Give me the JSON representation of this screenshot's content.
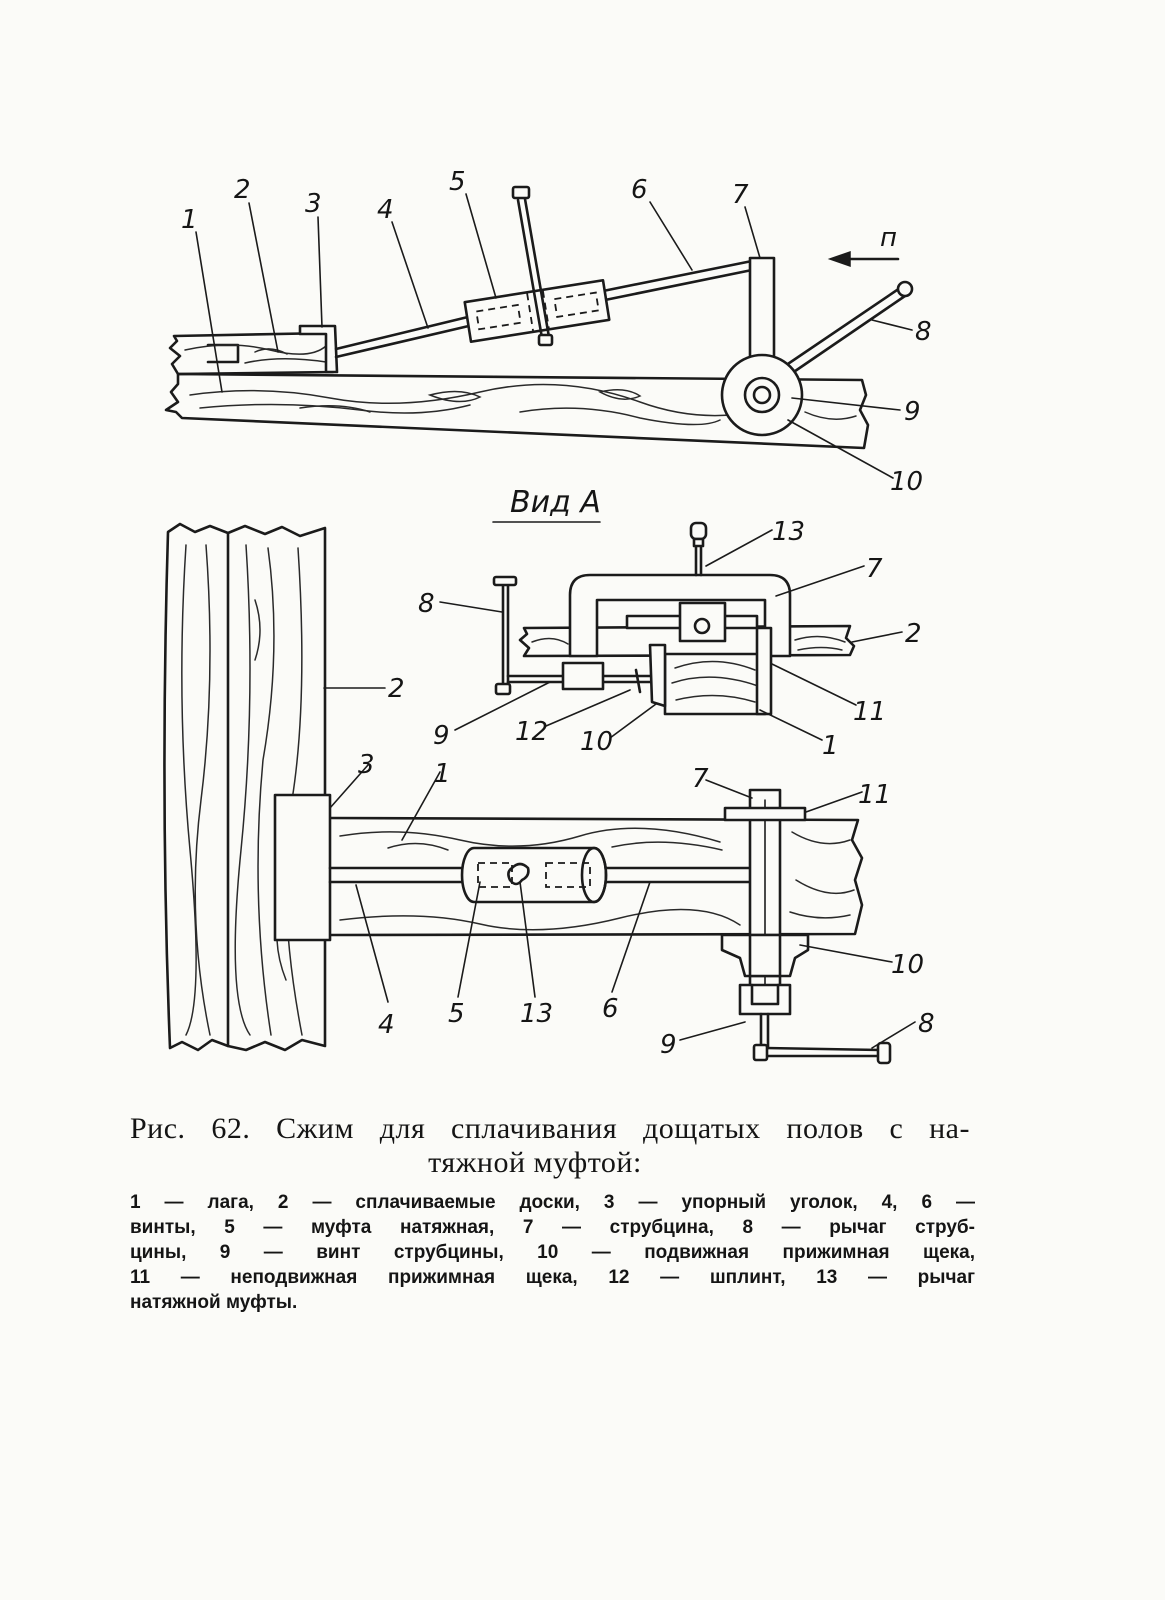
{
  "figure": {
    "side_view": {
      "labels": [
        "1",
        "2",
        "3",
        "4",
        "5",
        "6",
        "7",
        "8",
        "9",
        "10"
      ],
      "arrow_label": "п"
    },
    "view_a": {
      "title": "Вид А",
      "labels": [
        "13",
        "7",
        "8",
        "2",
        "11",
        "1",
        "9",
        "12",
        "10"
      ]
    },
    "plan_view": {
      "labels": [
        "2",
        "3",
        "1",
        "7",
        "11",
        "4",
        "5",
        "13",
        "6",
        "10",
        "9",
        "8"
      ]
    }
  },
  "caption": {
    "lines": [
      "Рис. 62. Сжим для сплачивания дощатых полов с на-",
      "тяжной муфтой:"
    ]
  },
  "legend": {
    "lines": [
      "1 — лага, 2 — сплачиваемые доски, 3 — упорный уголок, 4, 6 —",
      "винты, 5 — муфта натяжная, 7 — струбцина, 8 — рычаг струб-",
      "цины, 9 — винт струбцины, 10 — подвижная прижимная щека,",
      "11 — неподвижная прижимная щека, 12 — шплинт, 13 — рычаг",
      "натяжной муфты."
    ]
  }
}
